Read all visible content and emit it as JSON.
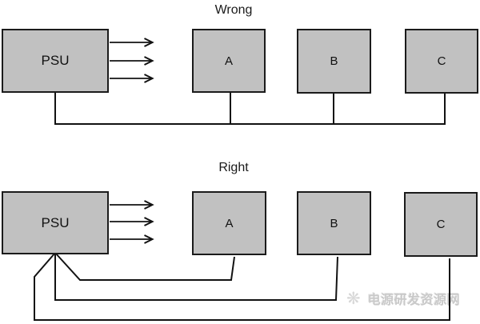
{
  "colors": {
    "background": "#ffffff",
    "box_fill": "#c1c1c1",
    "box_border": "#1b1b1b",
    "wire": "#121212",
    "title_text": "#1a1a1a",
    "watermark_text": "#c9c9c9"
  },
  "diagrams": [
    {
      "title": "Wrong",
      "psu": {
        "label": "PSU"
      },
      "loads": [
        {
          "label": "A"
        },
        {
          "label": "B"
        },
        {
          "label": "C"
        }
      ],
      "ground_scheme": "shared-bus-ground"
    },
    {
      "title": "Right",
      "psu": {
        "label": "PSU"
      },
      "loads": [
        {
          "label": "A"
        },
        {
          "label": "B"
        },
        {
          "label": "C"
        }
      ],
      "ground_scheme": "star-point-ground"
    }
  ],
  "watermark": {
    "logo_icon": "snowflake-logo-icon",
    "text": "电源研发资源网"
  }
}
